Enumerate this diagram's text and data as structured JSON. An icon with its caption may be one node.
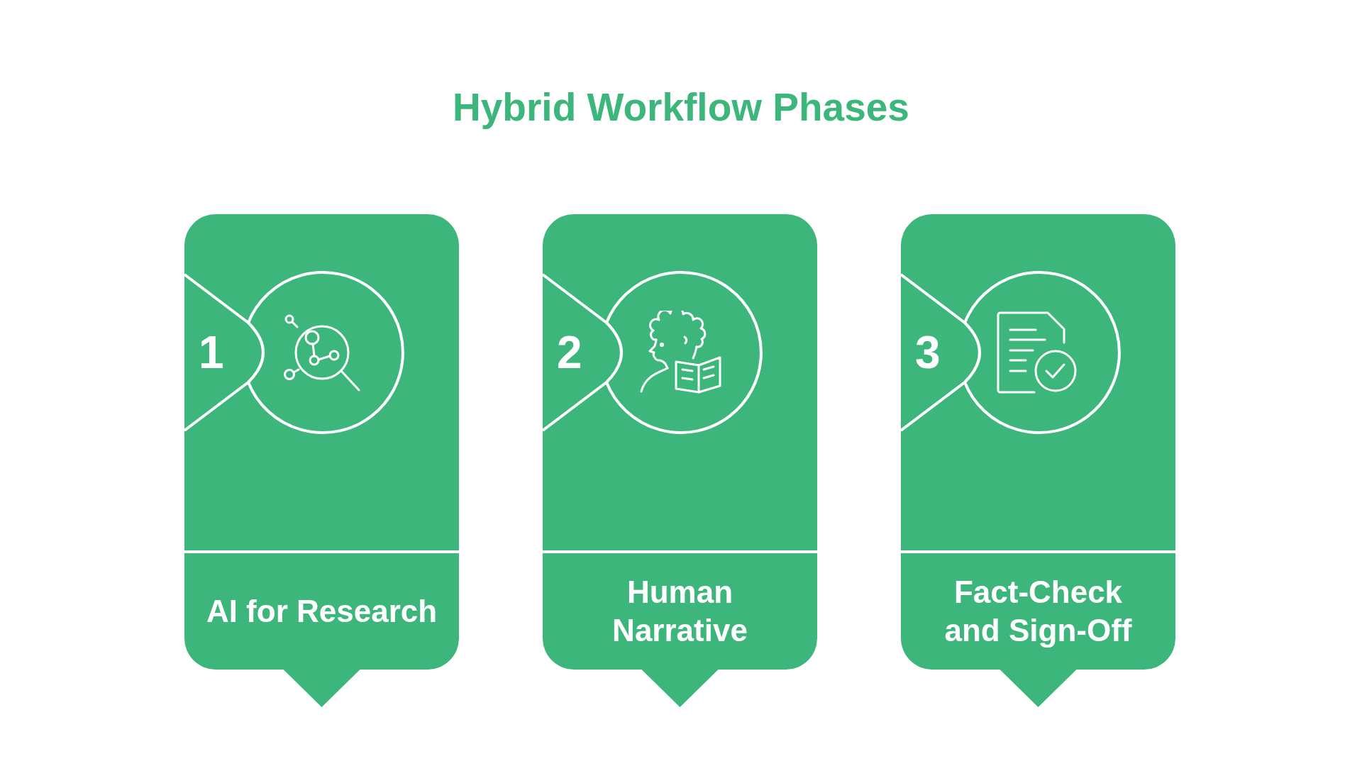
{
  "diagram": {
    "title": "Hybrid Workflow Phases",
    "nodes": [
      {
        "text": [
          "AI for Research"
        ]
      },
      {
        "text": [
          "1"
        ],
        "in": 0
      },
      {
        "text": [
          "Human Narrative"
        ]
      },
      {
        "text": [
          "2"
        ],
        "in": 2
      },
      {
        "text": [
          "Fact-Check and Sign-Off"
        ]
      },
      {
        "text": [
          "3"
        ],
        "in": 4
      }
    ]
  }
}
